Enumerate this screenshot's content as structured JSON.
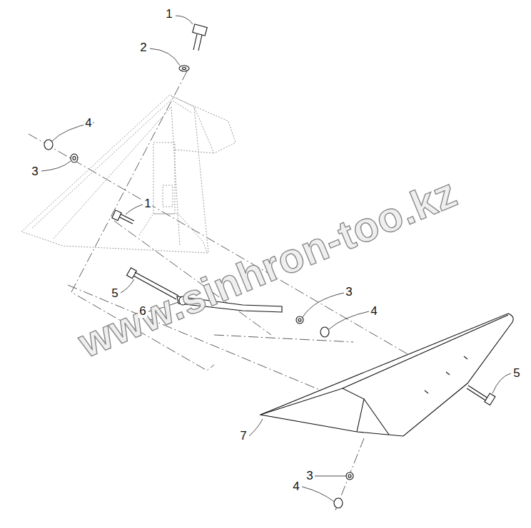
{
  "diagram": {
    "labels": [
      "1",
      "2",
      "4",
      "3",
      "1",
      "5",
      "6",
      "3",
      "4",
      "5",
      "7",
      "3",
      "4",
      "www.sinhron-too.kz"
    ]
  }
}
